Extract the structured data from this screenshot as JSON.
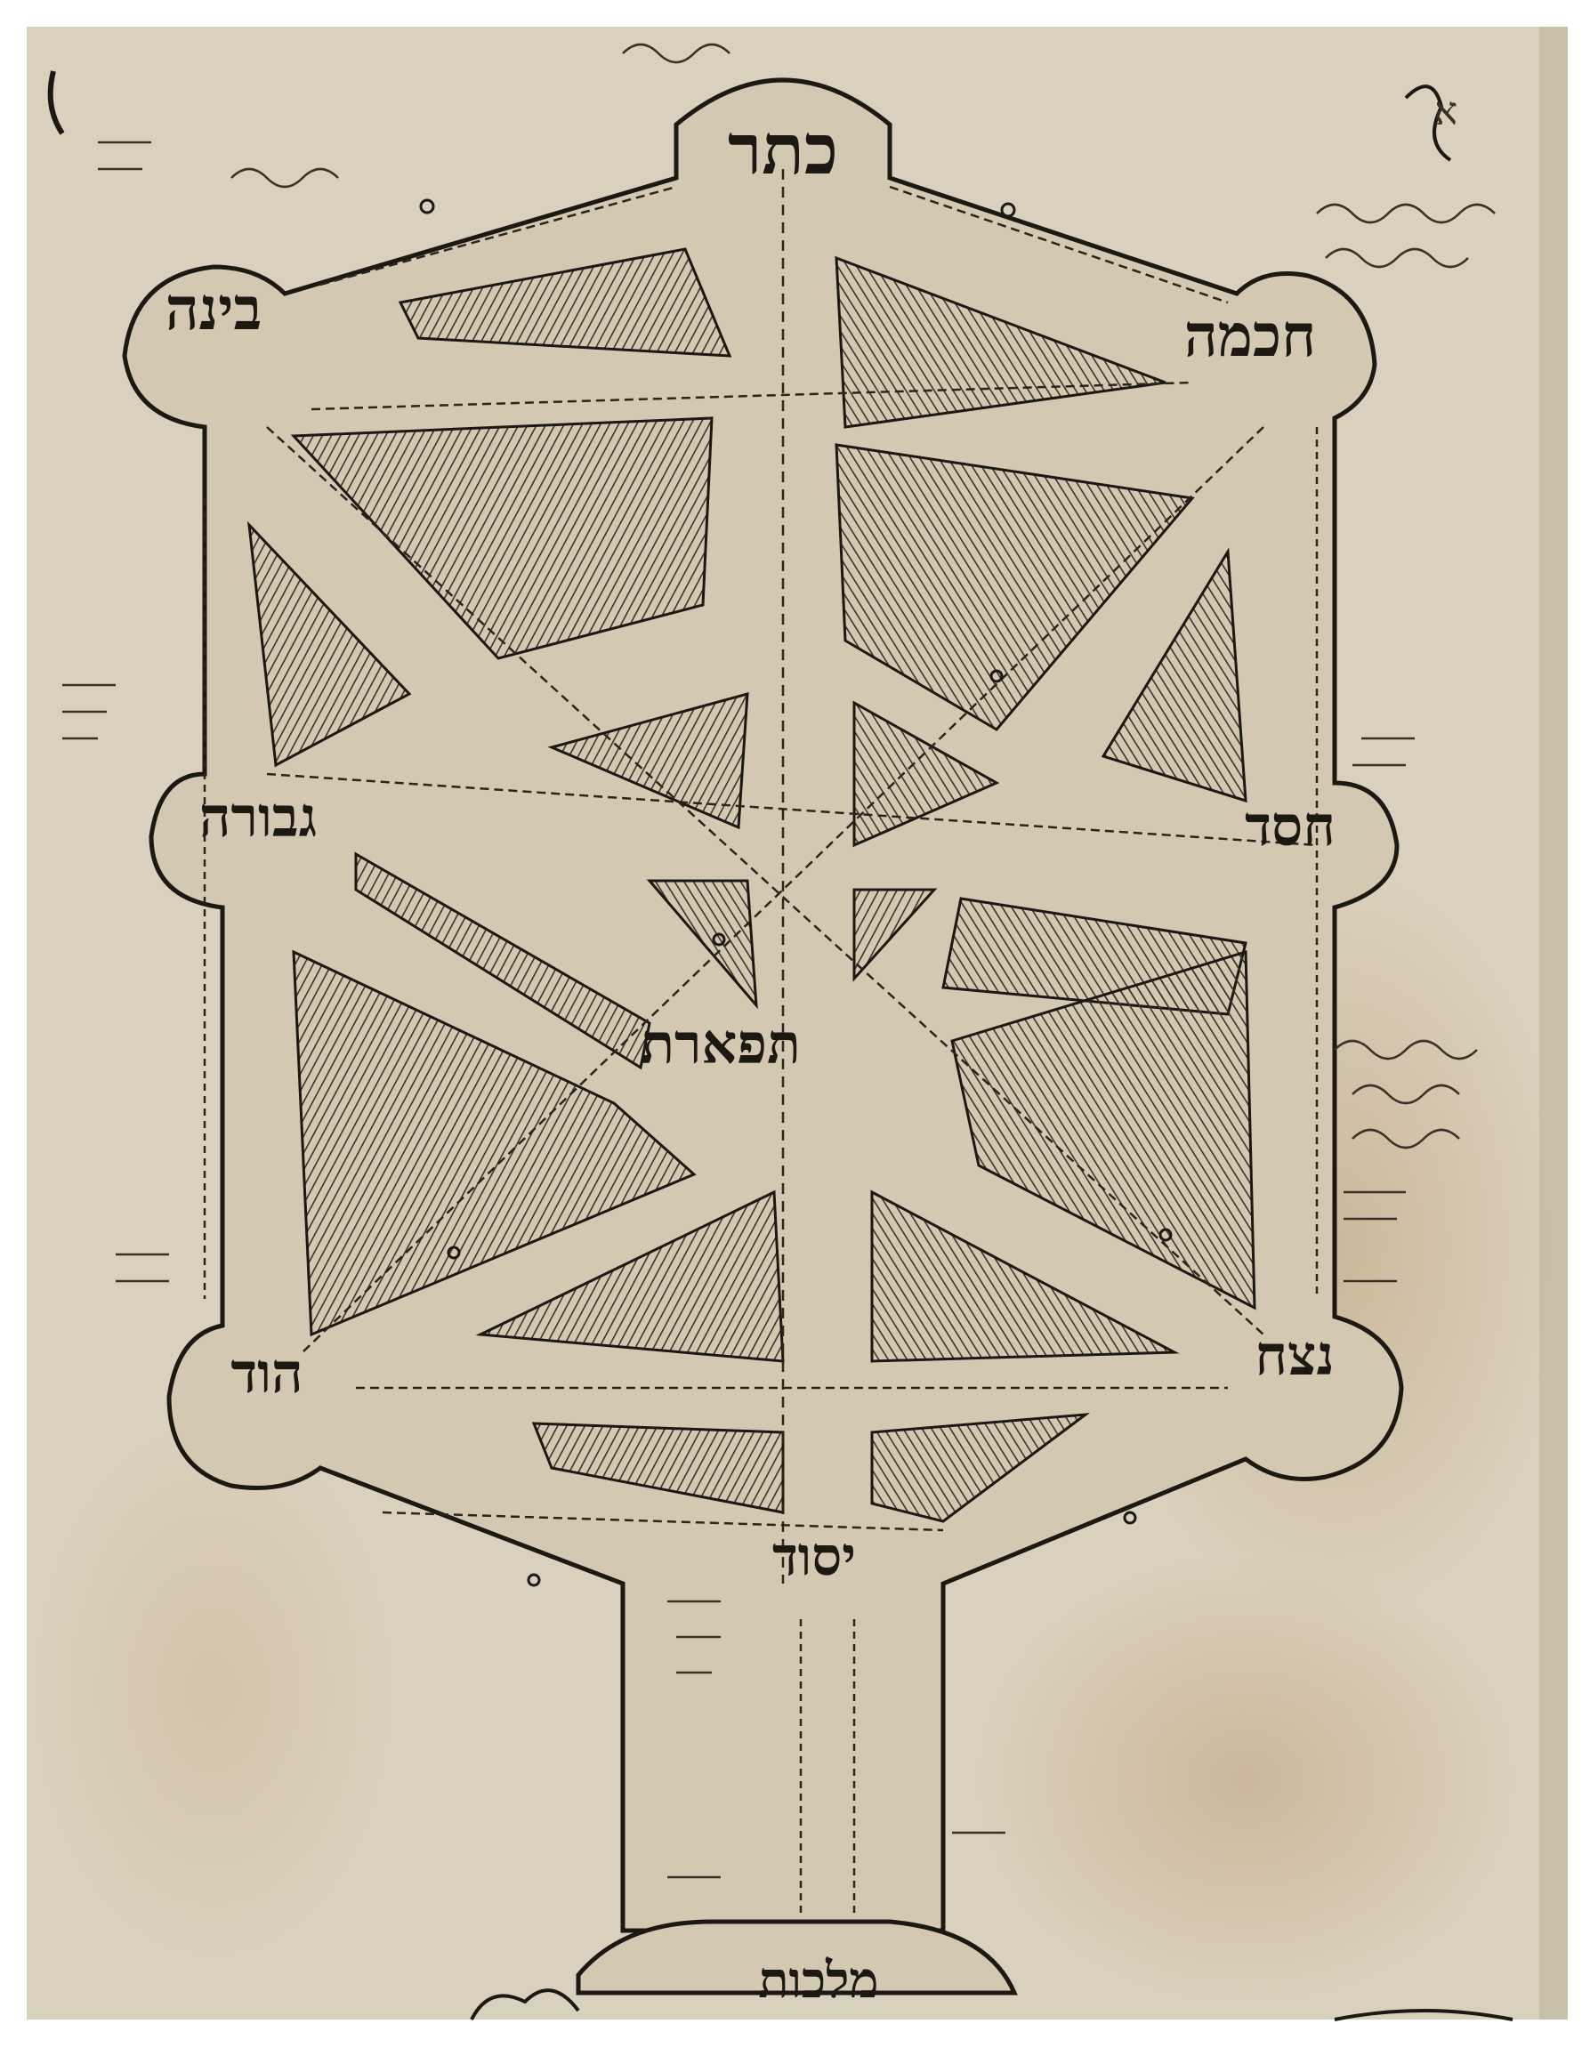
{
  "manuscript": {
    "folio_mark": "ﬡ",
    "sefirot": [
      {
        "key": "keter",
        "text": "כתר"
      },
      {
        "key": "chokhmah",
        "text": "חכמה"
      },
      {
        "key": "binah",
        "text": "בינה"
      },
      {
        "key": "chesed",
        "text": "חסד"
      },
      {
        "key": "gevurah",
        "text": "גבורה"
      },
      {
        "key": "tiferet",
        "text": "תפארת"
      },
      {
        "key": "netzach",
        "text": "נצח"
      },
      {
        "key": "hod",
        "text": "הוד"
      },
      {
        "key": "yesod",
        "text": "יסוד"
      },
      {
        "key": "malkhut",
        "text": "מלכות"
      }
    ],
    "colors": {
      "paper": "#d9d0bd",
      "ink": "#1c1812",
      "hatch": "#3b342a",
      "stain": "#b99a6e",
      "border": "#ffffff"
    }
  }
}
